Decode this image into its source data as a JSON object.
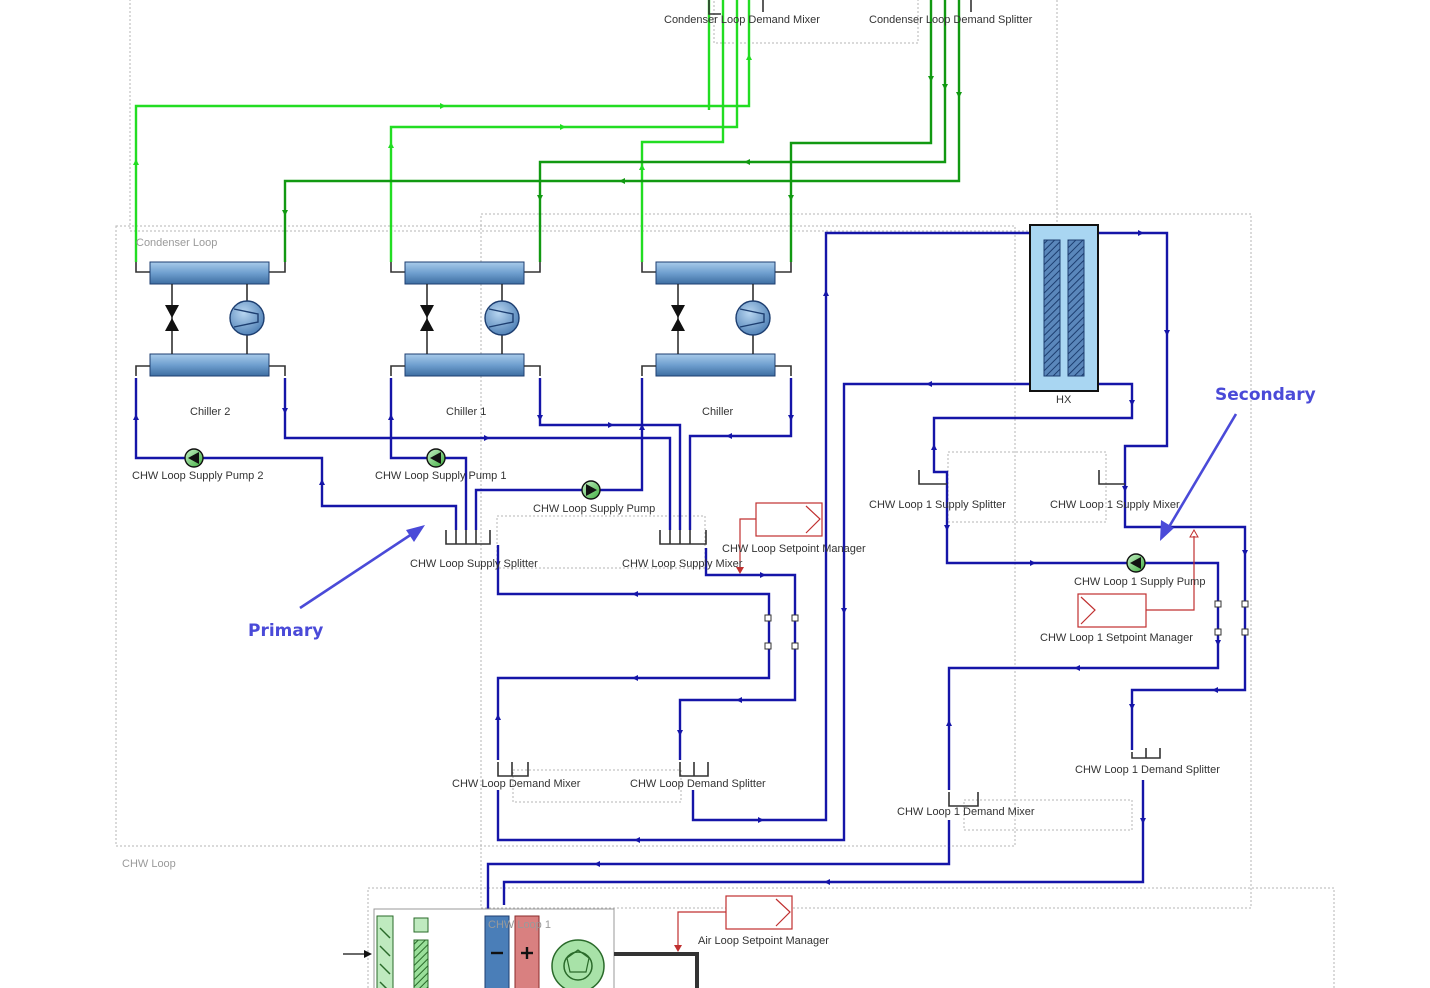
{
  "labels": {
    "condenser_loop": "Condenser Loop",
    "condenser_demand_mixer": "Condenser Loop Demand Mixer",
    "condenser_demand_splitter": "Condenser Loop Demand Splitter",
    "chiller_2": "Chiller 2",
    "chiller_1": "Chiller 1",
    "chiller": "Chiller",
    "pump_2": "CHW Loop Supply Pump 2",
    "pump_1": "CHW Loop Supply Pump 1",
    "pump": "CHW Loop Supply Pump",
    "supply_splitter": "CHW Loop Supply Splitter",
    "supply_mixer": "CHW Loop Supply Mixer",
    "setpoint_manager": "CHW Loop Setpoint Manager",
    "demand_mixer": "CHW Loop Demand Mixer",
    "demand_splitter": "CHW Loop Demand Splitter",
    "chw_loop": "CHW Loop",
    "hx": "HX",
    "loop1_supply_splitter": "CHW Loop 1 Supply Splitter",
    "loop1_supply_mixer": "CHW Loop 1 Supply Mixer",
    "loop1_supply_pump": "CHW Loop 1 Supply Pump",
    "loop1_setpoint_manager": "CHW Loop 1 Setpoint Manager",
    "loop1_demand_mixer": "CHW Loop 1 Demand Mixer",
    "loop1_demand_splitter": "CHW Loop 1 Demand Splitter",
    "chw_loop_1": "CHW Loop 1",
    "air_setpoint_manager": "Air Loop Setpoint Manager"
  },
  "callouts": {
    "primary": "Primary",
    "secondary": "Secondary"
  },
  "colors": {
    "chw_pipe": "#1515a8",
    "condenser_supply": "#22dd22",
    "condenser_return": "#119911",
    "callout": "#4a4ad8",
    "setpoint": "#c03030"
  }
}
